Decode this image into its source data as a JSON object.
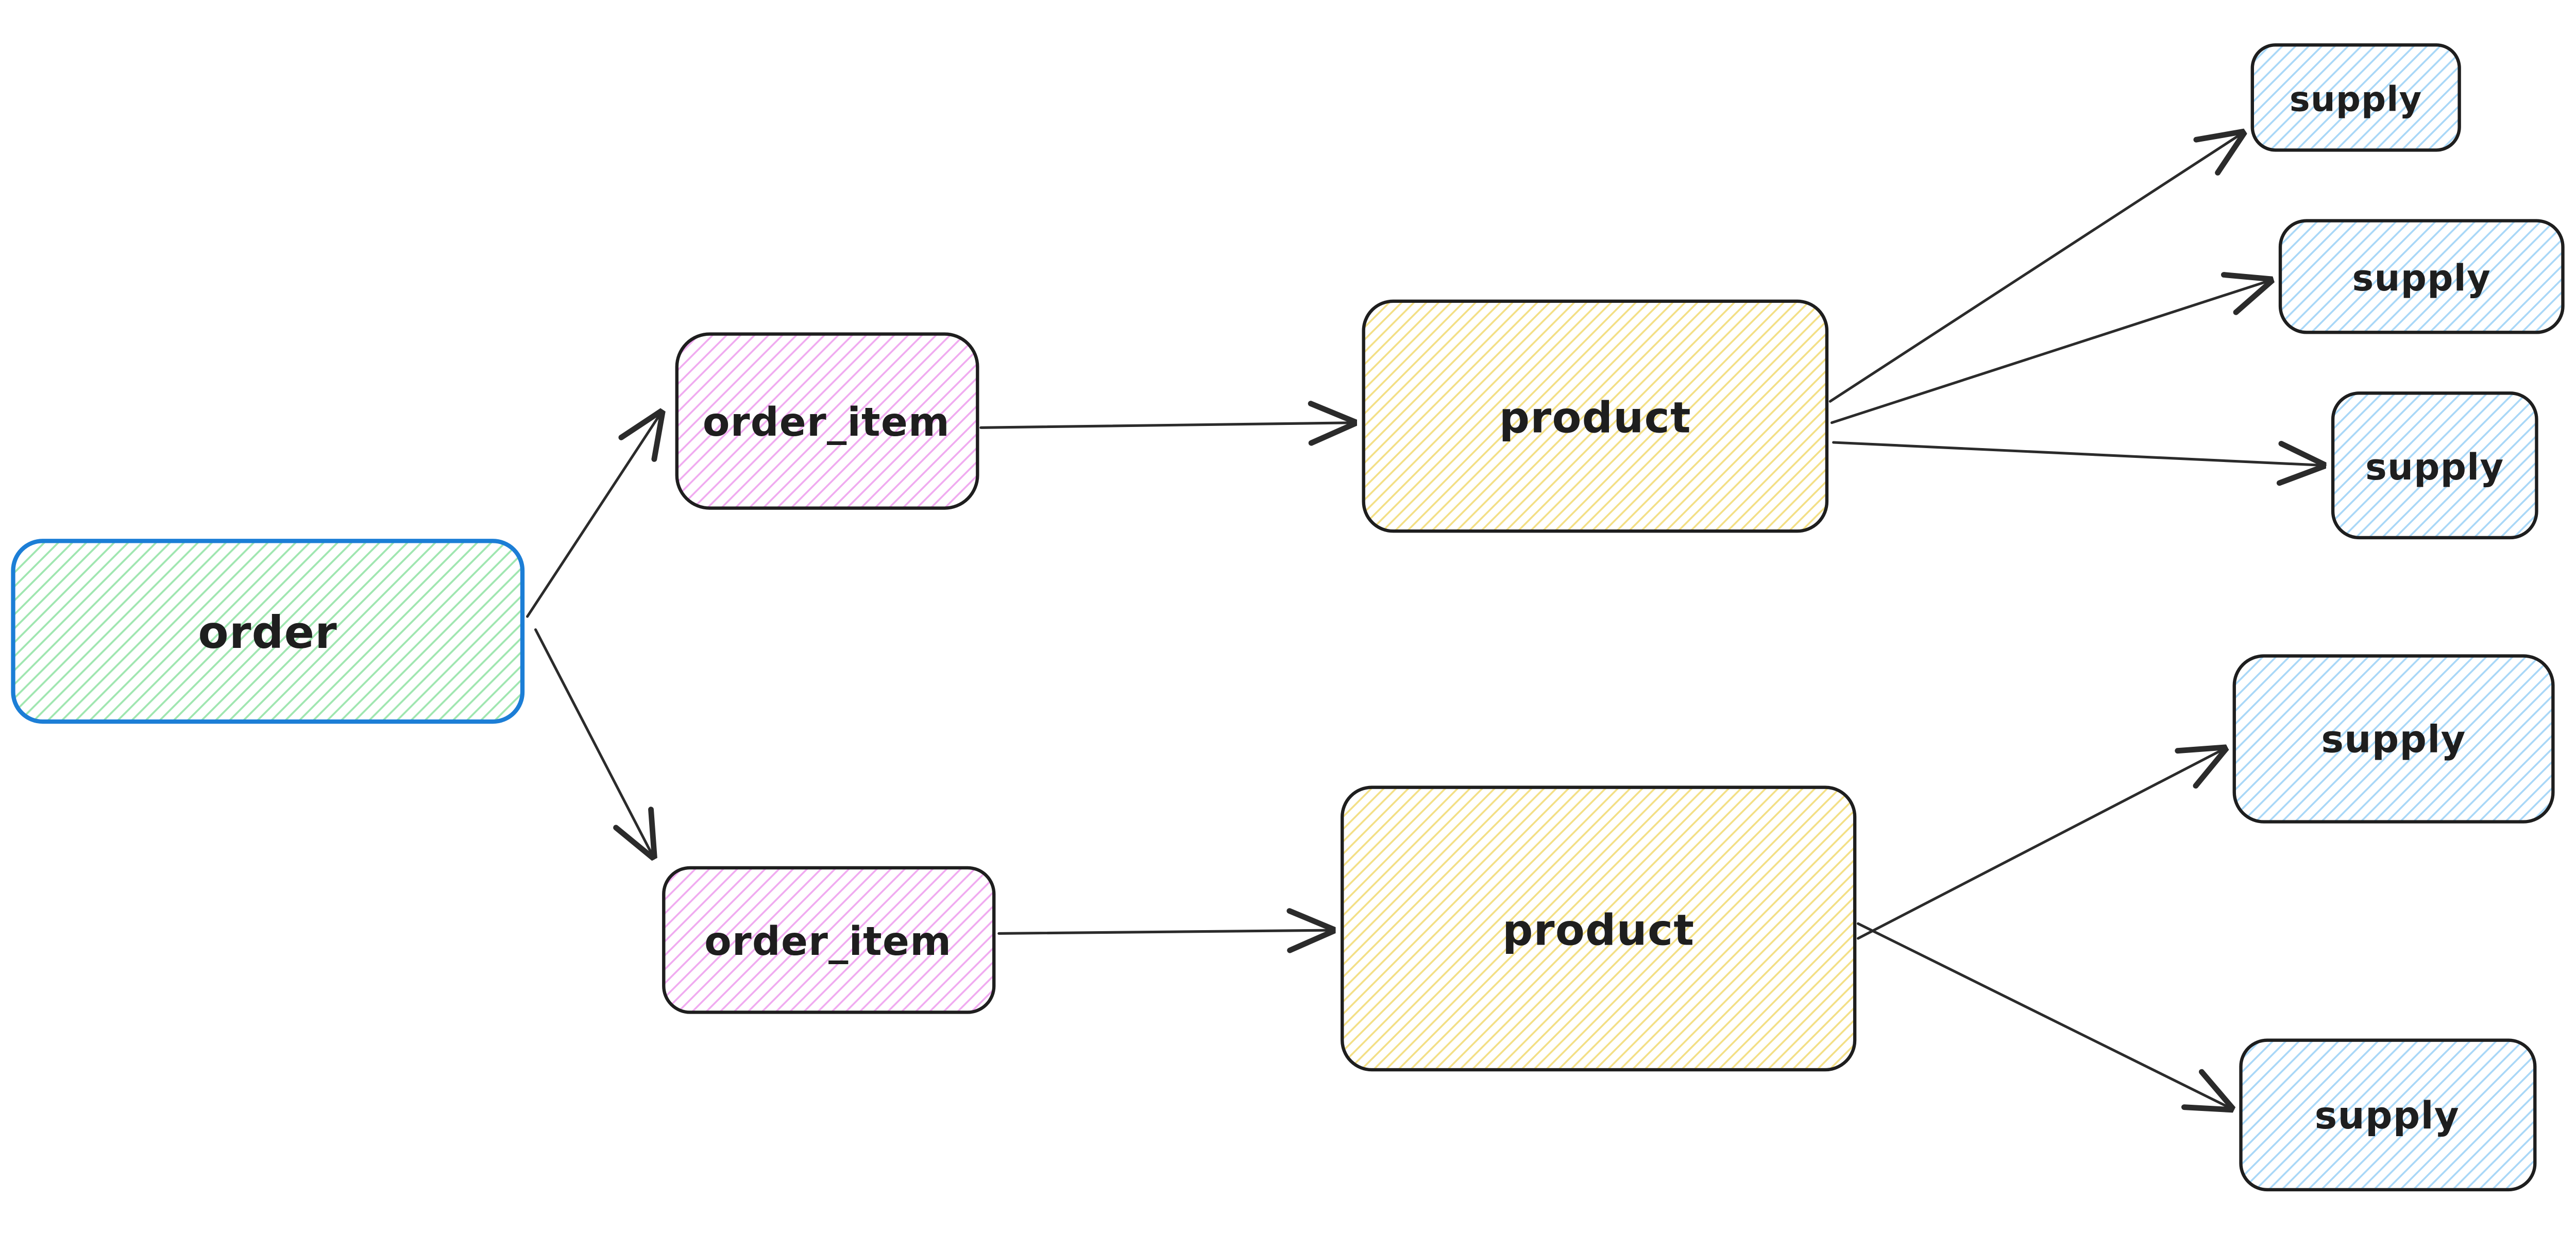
{
  "diagram": {
    "kind": "hand-drawn-flow-diagram",
    "background": "#ffffff",
    "colors": {
      "canvas_bg": "#ffffff",
      "shape_stroke": "#1e1e1e",
      "order_stroke": "#1c7ed6",
      "arrow": "#2b2b2b",
      "text": "#1e1e1e",
      "hatch_green": "#9fe6b0",
      "hatch_violet": "#f0aaf0",
      "hatch_yellow": "#f3df85",
      "hatch_blue": "#a8d7f7"
    },
    "nodes": [
      {
        "id": "order",
        "label": "order",
        "fill": "green-hachure",
        "border": "blue"
      },
      {
        "id": "order_item_1",
        "label": "order_item",
        "fill": "violet-hachure",
        "border": "dark"
      },
      {
        "id": "product_1",
        "label": "product",
        "fill": "yellow-hachure",
        "border": "dark"
      },
      {
        "id": "supply_1",
        "label": "supply",
        "fill": "blue-hachure",
        "border": "dark"
      },
      {
        "id": "supply_2",
        "label": "supply",
        "fill": "blue-hachure",
        "border": "dark"
      },
      {
        "id": "supply_3",
        "label": "supply",
        "fill": "blue-hachure",
        "border": "dark"
      },
      {
        "id": "order_item_2",
        "label": "order_item",
        "fill": "violet-hachure",
        "border": "dark"
      },
      {
        "id": "product_2",
        "label": "product",
        "fill": "yellow-hachure",
        "border": "dark"
      },
      {
        "id": "supply_4",
        "label": "supply",
        "fill": "blue-hachure",
        "border": "dark"
      },
      {
        "id": "supply_5",
        "label": "supply",
        "fill": "blue-hachure",
        "border": "dark"
      }
    ],
    "edges": [
      {
        "from": "order",
        "to": "order_item_1"
      },
      {
        "from": "order",
        "to": "order_item_2"
      },
      {
        "from": "order_item_1",
        "to": "product_1"
      },
      {
        "from": "order_item_2",
        "to": "product_2"
      },
      {
        "from": "product_1",
        "to": "supply_1"
      },
      {
        "from": "product_1",
        "to": "supply_2"
      },
      {
        "from": "product_1",
        "to": "supply_3"
      },
      {
        "from": "product_2",
        "to": "supply_4"
      },
      {
        "from": "product_2",
        "to": "supply_5"
      }
    ]
  }
}
